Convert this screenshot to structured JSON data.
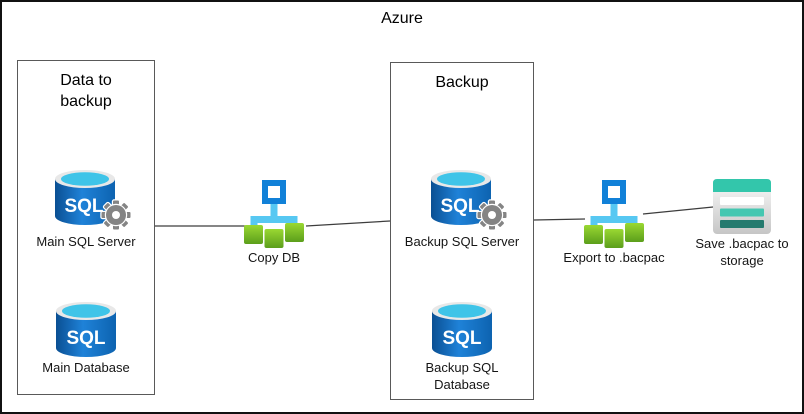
{
  "title": "Azure",
  "groups": {
    "data_to_backup": {
      "title": "Data to backup"
    },
    "backup": {
      "title": "Backup"
    }
  },
  "nodes": {
    "main_sql_server": {
      "label": "Main SQL Server",
      "icon": "sql-server-icon"
    },
    "main_database": {
      "label": "Main Database",
      "icon": "sql-database-icon"
    },
    "copy_db": {
      "label": "Copy DB",
      "icon": "distribution-icon"
    },
    "backup_sql_server": {
      "label": "Backup SQL Server",
      "icon": "sql-server-icon"
    },
    "backup_sql_database": {
      "label": "Backup SQL Database",
      "icon": "sql-database-icon"
    },
    "export_bacpac": {
      "label": "Export to .bacpac",
      "icon": "distribution-icon"
    },
    "save_bacpac": {
      "label": "Save .bacpac to storage",
      "icon": "storage-icon"
    }
  },
  "icons": {
    "sql_label": "SQL"
  },
  "colors": {
    "sql_blue_dark": "#0a549e",
    "sql_blue_light": "#1f82d8",
    "cylinder_top_rim": "#e8e8e8",
    "cylinder_top_cyan": "#3fc4e8",
    "gear_gray": "#848484",
    "node_square_blue": "#1181d8",
    "node_link_cyan": "#57c8f2",
    "node_green_light": "#9ad832",
    "node_green_dark": "#5b9e1b",
    "storage_teal_header": "#33c6ab",
    "storage_teal_mid": "#45c7b1",
    "storage_teal_dark": "#247a6e",
    "connector_gray": "#3d3d3d"
  }
}
